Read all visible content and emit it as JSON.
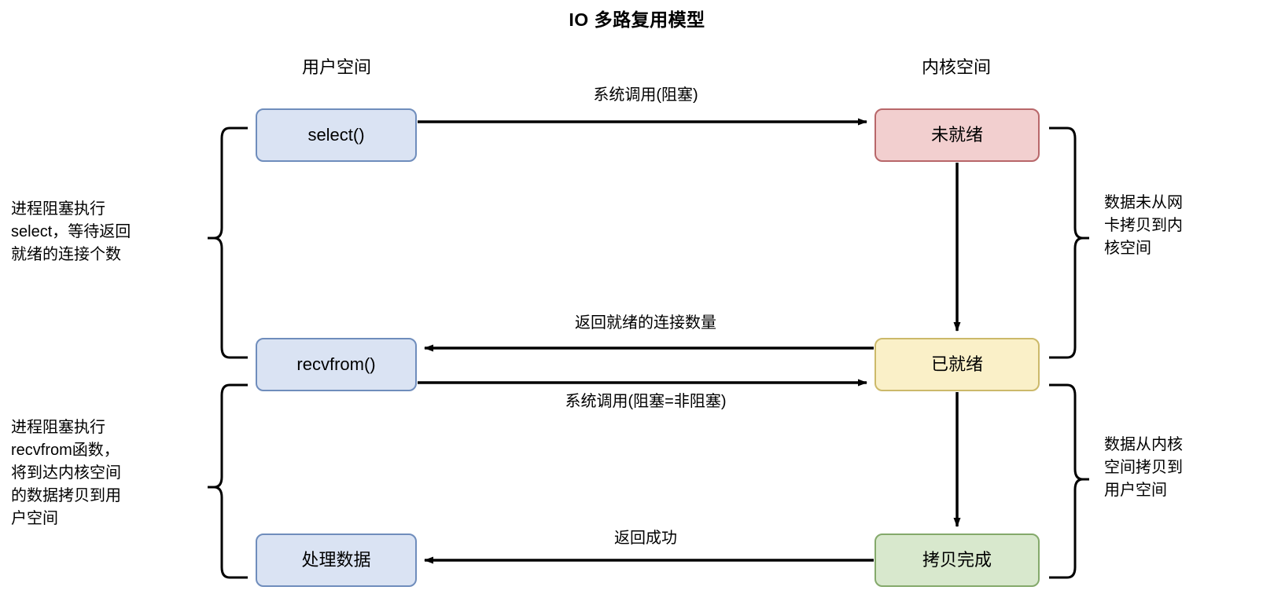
{
  "diagram": {
    "title": "IO 多路复用模型",
    "columns": {
      "user_space": "用户空间",
      "kernel_space": "内核空间"
    },
    "nodes": {
      "select": "select()",
      "recvfrom": "recvfrom()",
      "process_data": "处理数据",
      "not_ready": "未就绪",
      "ready": "已就绪",
      "copy_done": "拷贝完成"
    },
    "edge_labels": {
      "syscall_blocking": "系统调用(阻塞)",
      "return_ready_count": "返回就绪的连接数量",
      "syscall_blocking_nonblocking": "系统调用(阻塞=非阻塞)",
      "return_success": "返回成功"
    },
    "annotations": {
      "left_top": "进程阻塞执行\nselect，等待返回\n就绪的连接个数",
      "left_bottom": "进程阻塞执行\nrecvfrom函数，\n将到达内核空间\n的数据拷贝到用\n户空间",
      "right_top": "数据未从网\n卡拷贝到内\n核空间",
      "right_bottom": "数据从内核\n空间拷贝到\n用户空间"
    },
    "colors": {
      "blue_fill": "#dae3f3",
      "blue_stroke": "#6f8dbc",
      "red_fill": "#f2cfcf",
      "red_stroke": "#b8676a",
      "yellow_fill": "#faf0c8",
      "yellow_stroke": "#ccb96a",
      "green_fill": "#d8e8cd",
      "green_stroke": "#84a96b",
      "line": "#000000",
      "background": "#ffffff"
    }
  }
}
